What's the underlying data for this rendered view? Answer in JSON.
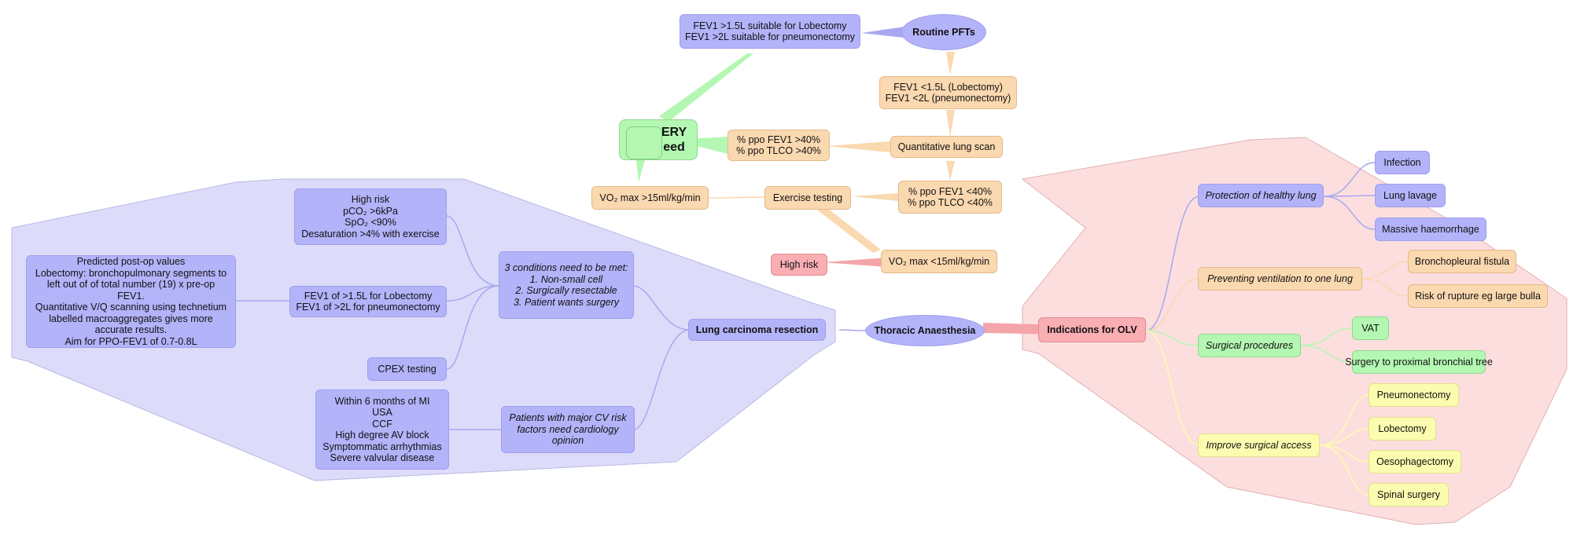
{
  "central": "Thoracic Anaesthesia",
  "routine_pfts": "Routine PFTs",
  "pft_suitable": [
    "FEV1 >1.5L suitable for Lobectomy",
    "FEV1 >2L suitable for pneumonectomy"
  ],
  "pft_low": [
    "FEV1 <1.5L (Lobectomy)",
    "FEV1 <2L (pneumonectomy)"
  ],
  "quant_scan": "Quantitative lung scan",
  "ppo_high": [
    "% ppo FEV1 >40%",
    "% ppo TLCO >40%"
  ],
  "surgery_node": [
    "ERY",
    "eed"
  ],
  "ppo_low": [
    "% ppo FEV1 <40%",
    "% ppo TLCO <40%"
  ],
  "exercise_testing": "Exercise testing",
  "vo2_high": "VO₂ max >15ml/kg/min",
  "vo2_low": "VO₂ max <15ml/kg/min",
  "high_risk_node": "High risk",
  "lung_resection": "Lung carcinoma resection",
  "three_conditions": [
    "3 conditions need to be met:",
    "1. Non-small cell",
    "2. Surgically resectable",
    "3. Patient wants surgery"
  ],
  "high_risk_list": [
    "High risk",
    "pCO₂ >6kPa",
    "SpO₂ <90%",
    "Desaturation >4% with exercise"
  ],
  "fev1_resect": [
    "FEV1 of >1.5L for Lobectomy",
    "FEV1 of >2L for pneumonectomy"
  ],
  "predicted_postop": [
    "Predicted post-op values",
    "Lobectomy: bronchopulmonary segments to left out of of total number (19) x pre-op FEV1.",
    "Quantitative V/Q scanning using technetium labelled macroaggregates gives more accurate results.",
    "Aim for PPO-FEV1 of 0.7-0.8L"
  ],
  "cpex": "CPEX testing",
  "cv_risk": "Patients with major CV risk factors need cardiology opinion",
  "cv_list": [
    "Within 6 months of MI",
    "USA",
    "CCF",
    "High degree AV block",
    "Symptommatic arrhythmias",
    "Severe valvular disease"
  ],
  "indications": "Indications for OLV",
  "protection": "Protection of healthy lung",
  "protection_items": [
    "Infection",
    "Lung lavage",
    "Massive haemorrhage"
  ],
  "preventing": "Preventing ventilation to one lung",
  "preventing_items": [
    "Bronchopleural fistula",
    "Risk of rupture eg large bulla"
  ],
  "surgical_procedures": "Surgical procedures",
  "surgical_items": [
    "VAT",
    "Surgery to proximal bronchial tree"
  ],
  "improve_access": "Improve surgical access",
  "access_items": [
    "Pneumonectomy",
    "Lobectomy",
    "Oesophagectomy",
    "Spinal surgery"
  ],
  "colors": {
    "blue": "#b3b3fa",
    "orange": "#fad8b0",
    "green": "#b3f7b3",
    "red": "#f8aeb3",
    "yellow": "#fcfcb0",
    "lavender_region": "#dcdcfa",
    "pink_region": "#fcdede"
  }
}
